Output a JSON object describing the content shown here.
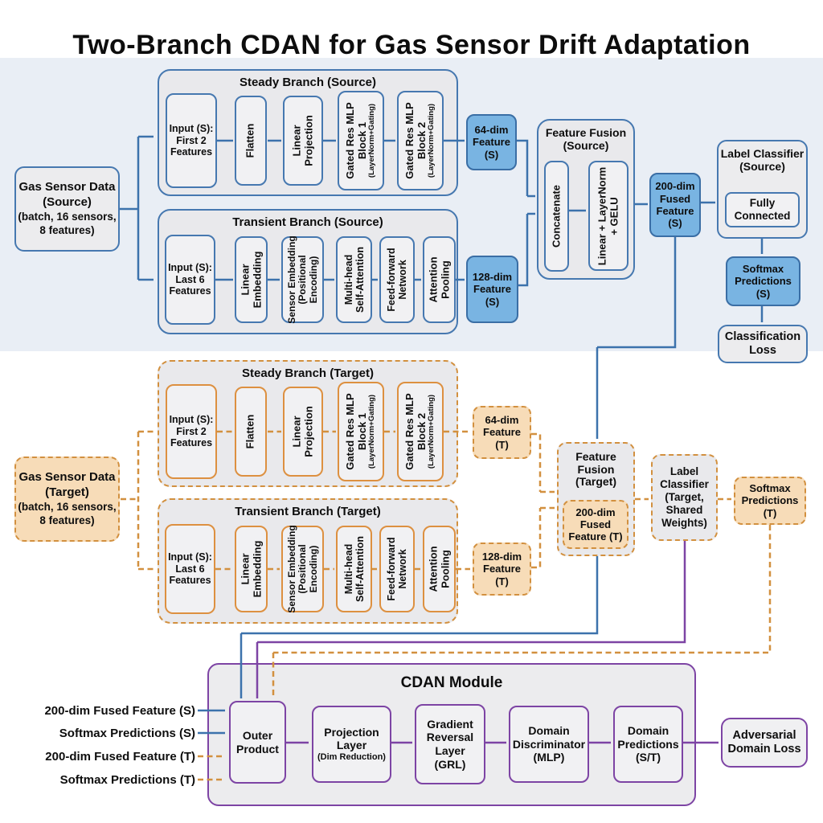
{
  "title": "Two-Branch CDAN for Gas Sensor Drift Adaptation",
  "colors": {
    "source_accent": "#4678b0",
    "source_fill": "#79b4e2",
    "source_arrow": "#3c72ac",
    "target_accent": "#d2903f",
    "target_fill": "#f7dcb8",
    "cdan_accent": "#7d44a4",
    "container_fill": "#e9e9ec",
    "band_fill": "#e9eef5"
  },
  "source": {
    "data_box": {
      "name": "Gas Sensor Data",
      "scope": "(Source)",
      "shape": "(batch, 16 sensors,\n8 features)"
    },
    "steady": {
      "title": "Steady Branch (Source)",
      "input": "Input (S):\nFirst 2\nFeatures",
      "flatten": "Flatten",
      "linear_projection": "Linear\nProjection",
      "gated_block_1": "Gated Res MLP\nBlock 1",
      "gated_block_1_sub": "(LayerNorm+Gating)",
      "gated_block_2": "Gated Res MLP\nBlock 2",
      "gated_block_2_sub": "(LayerNorm+Gating)"
    },
    "transient": {
      "title": "Transient Branch (Source)",
      "input": "Input (S):\nLast 6\nFeatures",
      "linear_embedding": "Linear\nEmbedding",
      "sensor_embedding": "Sensor Embedding\n(Positional\nEncoding)",
      "multi_head": "Multi-head\nSelf-Attention",
      "feed_forward": "Feed-forward\nNetwork",
      "attention_pooling": "Attention\nPooling"
    },
    "feature_64": "64-dim\nFeature\n(S)",
    "feature_128": "128-dim\nFeature\n(S)",
    "fusion": {
      "title": "Feature Fusion\n(Source)",
      "concatenate": "Concatenate",
      "linear_gelu": "Linear + LayerNorm\n+ GELU"
    },
    "fused_200": "200-dim\nFused\nFeature\n(S)",
    "classifier": {
      "title": "Label Classifier\n(Source)",
      "inner": "Fully\nConnected"
    },
    "softmax": "Softmax\nPredictions\n(S)",
    "loss": "Classification\nLoss"
  },
  "target": {
    "data_box": {
      "name": "Gas Sensor Data",
      "scope": "(Target)",
      "shape": "(batch, 16 sensors,\n8 features)"
    },
    "steady": {
      "title": "Steady Branch (Target)",
      "input": "Input (S):\nFirst 2\nFeatures",
      "flatten": "Flatten",
      "linear_projection": "Linear\nProjection",
      "gated_block_1": "Gated Res MLP\nBlock 1",
      "gated_block_1_sub": "(LayerNorm+Gating)",
      "gated_block_2": "Gated Res MLP\nBlock 2",
      "gated_block_2_sub": "(LayerNorm+Gating)"
    },
    "transient": {
      "title": "Transient Branch (Target)",
      "input": "Input (S):\nLast 6\nFeatures",
      "linear_embedding": "Linear\nEmbedding",
      "sensor_embedding": "Sensor Embedding\n(Positional\nEncoding)",
      "multi_head": "Multi-head\nSelf-Attention",
      "feed_forward": "Feed-forward\nNetwork",
      "attention_pooling": "Attention\nPooling"
    },
    "feature_64": "64-dim\nFeature\n(T)",
    "feature_128": "128-dim\nFeature\n(T)",
    "fusion": {
      "title": "Feature\nFusion\n(Target)",
      "fused_200": "200-dim\nFused\nFeature (T)"
    },
    "classifier": "Label\nClassifier\n(Target,\nShared\nWeights)",
    "softmax": "Softmax\nPredictions\n(T)"
  },
  "cdan": {
    "title": "CDAN Module",
    "inputs": [
      "200-dim Fused Feature (S)",
      "Softmax Predictions (S)",
      "200-dim Fused Feature (T)",
      "Softmax Predictions (T)"
    ],
    "outer_product": "Outer\nProduct",
    "projection": "Projection\nLayer",
    "projection_sub": "(Dim Reduction)",
    "grl": "Gradient\nReversal\nLayer\n(GRL)",
    "discriminator": "Domain\nDiscriminator\n(MLP)",
    "predictions": "Domain\nPredictions\n(S/T)",
    "loss": "Adversarial\nDomain Loss"
  }
}
